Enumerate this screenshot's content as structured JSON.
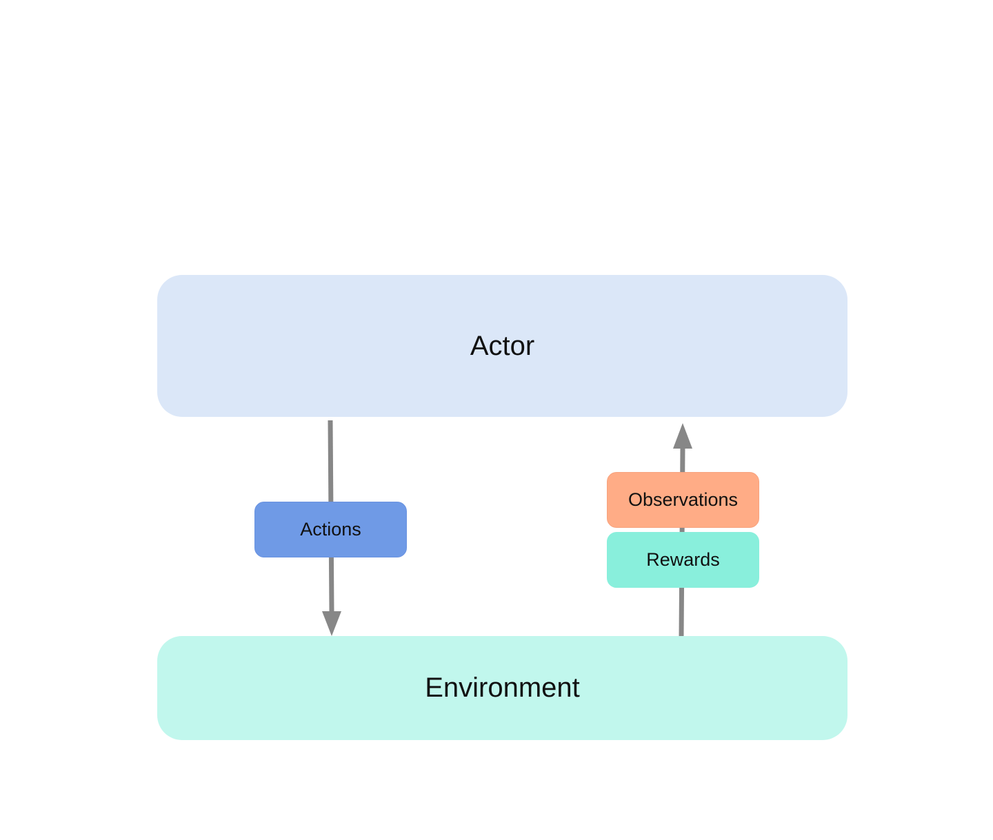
{
  "diagram": {
    "nodes": {
      "actor": {
        "label": "Actor",
        "color": "#dbe7f8"
      },
      "environment": {
        "label": "Environment",
        "color": "#c1f7ed"
      },
      "actions": {
        "label": "Actions",
        "color": "#6f9ae6"
      },
      "observations": {
        "label": "Observations",
        "color": "#ffac86"
      },
      "rewards": {
        "label": "Rewards",
        "color": "#89efdc"
      }
    },
    "edges": [
      {
        "from": "Actor",
        "to": "Environment",
        "via": "Actions"
      },
      {
        "from": "Environment",
        "to": "Actor",
        "via": "Observations, Rewards"
      }
    ],
    "arrow_color": "#878787"
  }
}
